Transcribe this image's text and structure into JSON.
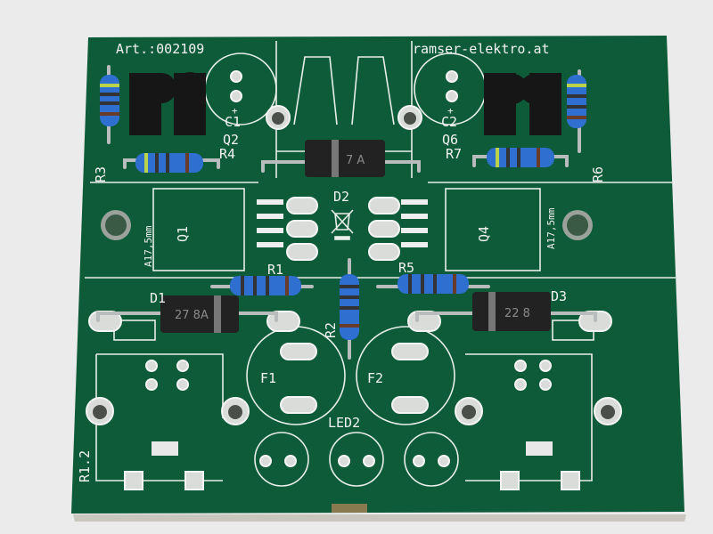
{
  "colors": {
    "background": "#ebebeb",
    "board": "#0e5b3a",
    "silkscreen": "#f2f2f2",
    "resistor_body": "#2f6fd0",
    "component_black": "#1a1a1a"
  },
  "silkscreen": {
    "article": "Art.:002109",
    "website": "ramser-elektro.at",
    "labels": {
      "C1": "C1",
      "C2": "C2",
      "Q2": "Q2",
      "Q6": "Q6",
      "R4": "R4",
      "R7": "R7",
      "R3": "R3",
      "R6": "R6",
      "D2": "D2",
      "Q1": "Q1",
      "Q4": "Q4",
      "heatsink_left": "A17,5mm",
      "heatsink_right": "A17,5mm",
      "R1": "R1",
      "R5": "R5",
      "D1": "D1",
      "D3": "D3",
      "R2": "R2",
      "F1": "F1",
      "F2": "F2",
      "LED2": "LED2",
      "R12": "R1.2"
    },
    "plus_sign": "+"
  },
  "component_markings": {
    "d1": "27 8A",
    "d2": "7 A",
    "d3": "22 8"
  }
}
